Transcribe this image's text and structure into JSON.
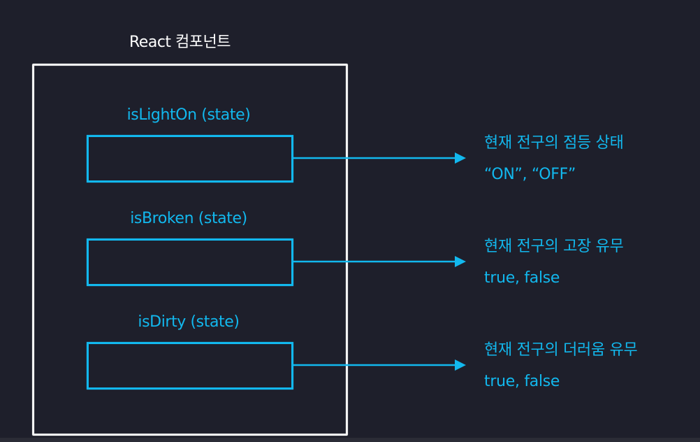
{
  "component": {
    "title": "React 컴포넌트"
  },
  "states": [
    {
      "label": "isLightOn (state)",
      "description_line1": "현재 전구의 점등 상태",
      "description_line2": "“ON”, “OFF”"
    },
    {
      "label": "isBroken (state)",
      "description_line1": "현재 전구의 고장 유무",
      "description_line2": "true, false"
    },
    {
      "label": "isDirty (state)",
      "description_line1": "현재 전구의 더러움 유무",
      "description_line2": "true, false"
    }
  ],
  "colors": {
    "background": "#1e1f2b",
    "frame": "#f4f4f4",
    "accent": "#12b8ee"
  }
}
